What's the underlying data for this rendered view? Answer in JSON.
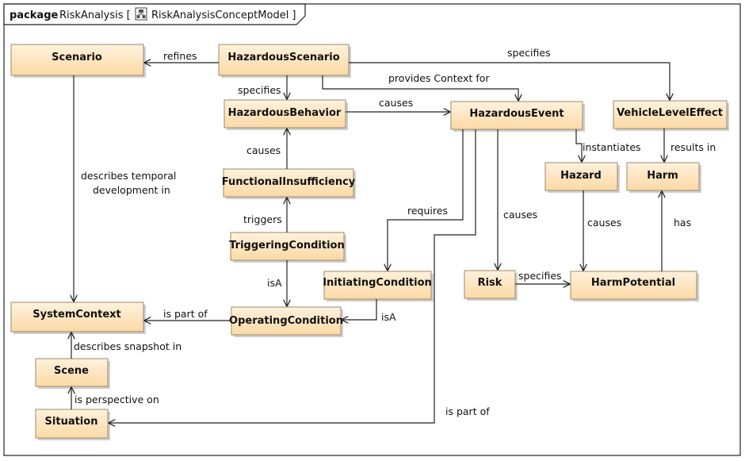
{
  "package": {
    "keyword": "package",
    "name": "RiskAnalysis [",
    "model": "RiskAnalysisConceptModel ]",
    "model_icon": "model-diagram-icon"
  },
  "colors": {
    "box_top": "#fff2dd",
    "box_bottom": "#fcd9a5",
    "border": "#222222"
  },
  "classes": {
    "scenario": "Scenario",
    "hazardous_scenario": "HazardousScenario",
    "hazardous_behavior": "HazardousBehavior",
    "hazardous_event": "HazardousEvent",
    "vehicle_level_effect": "VehicleLevelEffect",
    "functional_insufficiency": "FunctionalInsufficiency",
    "hazard": "Hazard",
    "harm": "Harm",
    "triggering_condition": "TriggeringCondition",
    "initiating_condition": "InitiatingCondition",
    "risk": "Risk",
    "harm_potential": "HarmPotential",
    "system_context": "SystemContext",
    "operating_condition": "OperatingCondition",
    "scene": "Scene",
    "situation": "Situation"
  },
  "relations": {
    "refines": "refines",
    "specifies_top": "specifies",
    "provides_context": "provides Context for",
    "specifies_hs_hb": "specifies",
    "causes_hb_he": "causes",
    "causes_fi_hb": "causes",
    "describes_temporal_1": "describes temporal",
    "describes_temporal_2": "development in",
    "instantiates": "instantiates",
    "results_in": "results in",
    "triggers": "triggers",
    "requires": "requires",
    "causes_he_risk": "causes",
    "causes_hazard_hp": "causes",
    "has": "has",
    "isa_tc_oc": "isA",
    "specifies_risk_hp": "specifies",
    "is_part_of_oc_sc": "is part of",
    "isa_ic_oc": "isA",
    "describes_snapshot": "describes snapshot in",
    "is_perspective_on": "is perspective on",
    "is_part_of_he_sit": "is part of"
  }
}
